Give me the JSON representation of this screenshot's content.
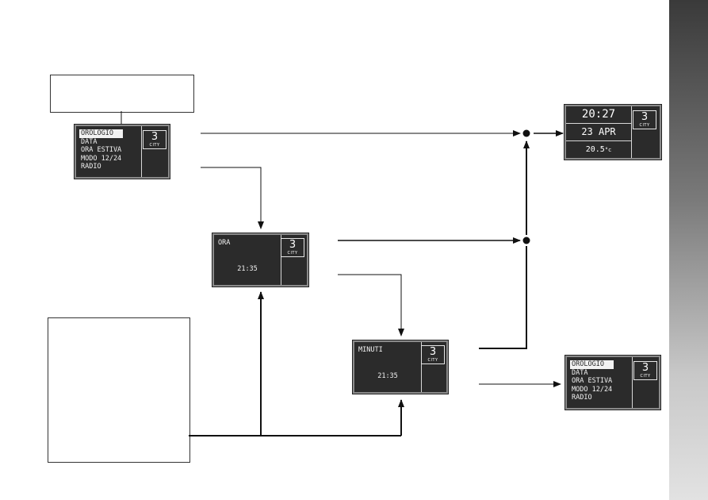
{
  "menu_items": [
    "OROLOGIO",
    "DATA",
    "ORA ESTIVA",
    "MODO 12/24",
    "RADIO"
  ],
  "city": {
    "number": "3",
    "label": "CITY"
  },
  "hour_screen": {
    "title": "ORA",
    "time": "21:35"
  },
  "minute_screen": {
    "title": "MINUTI",
    "time": "21:35"
  },
  "clock_screen": {
    "time": "20:27",
    "date": "23 APR",
    "temp_value": "20.5",
    "temp_unit": "°c"
  }
}
